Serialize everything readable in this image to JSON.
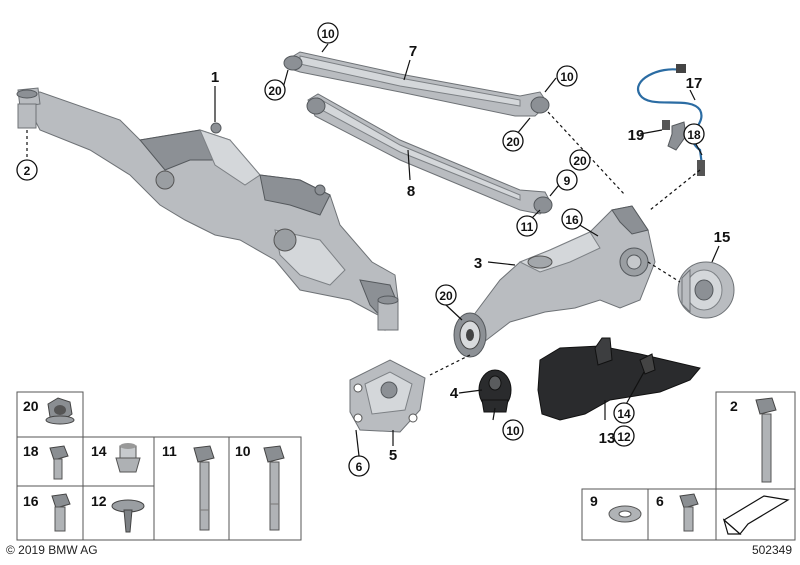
{
  "footer": {
    "copyright": "© 2019 BMW AG",
    "document_number": "502349"
  },
  "callouts": {
    "c1": "1",
    "c2": "2",
    "c3": "3",
    "c4": "4",
    "c5": "5",
    "c6": "6",
    "c7": "7",
    "c8": "8",
    "c9": "9",
    "c10a": "10",
    "c10b": "10",
    "c10c": "10",
    "c11": "11",
    "c12": "12",
    "c13": "13",
    "c14": "14",
    "c15": "15",
    "c16": "16",
    "c17": "17",
    "c18": "18",
    "c19": "19",
    "c20a": "20",
    "c20b": "20",
    "c20c": "20",
    "c20d": "20"
  },
  "legend": {
    "g20": "20",
    "g18": "18",
    "g14": "14",
    "g11": "11",
    "g10": "10",
    "g16": "16",
    "g12": "12",
    "g2": "2",
    "g9": "9",
    "g6": "6"
  },
  "colors": {
    "part": "#b9bcc0",
    "part_shadow": "#8c9095",
    "bushing": "#2a2b2d",
    "outline": "#111111"
  }
}
